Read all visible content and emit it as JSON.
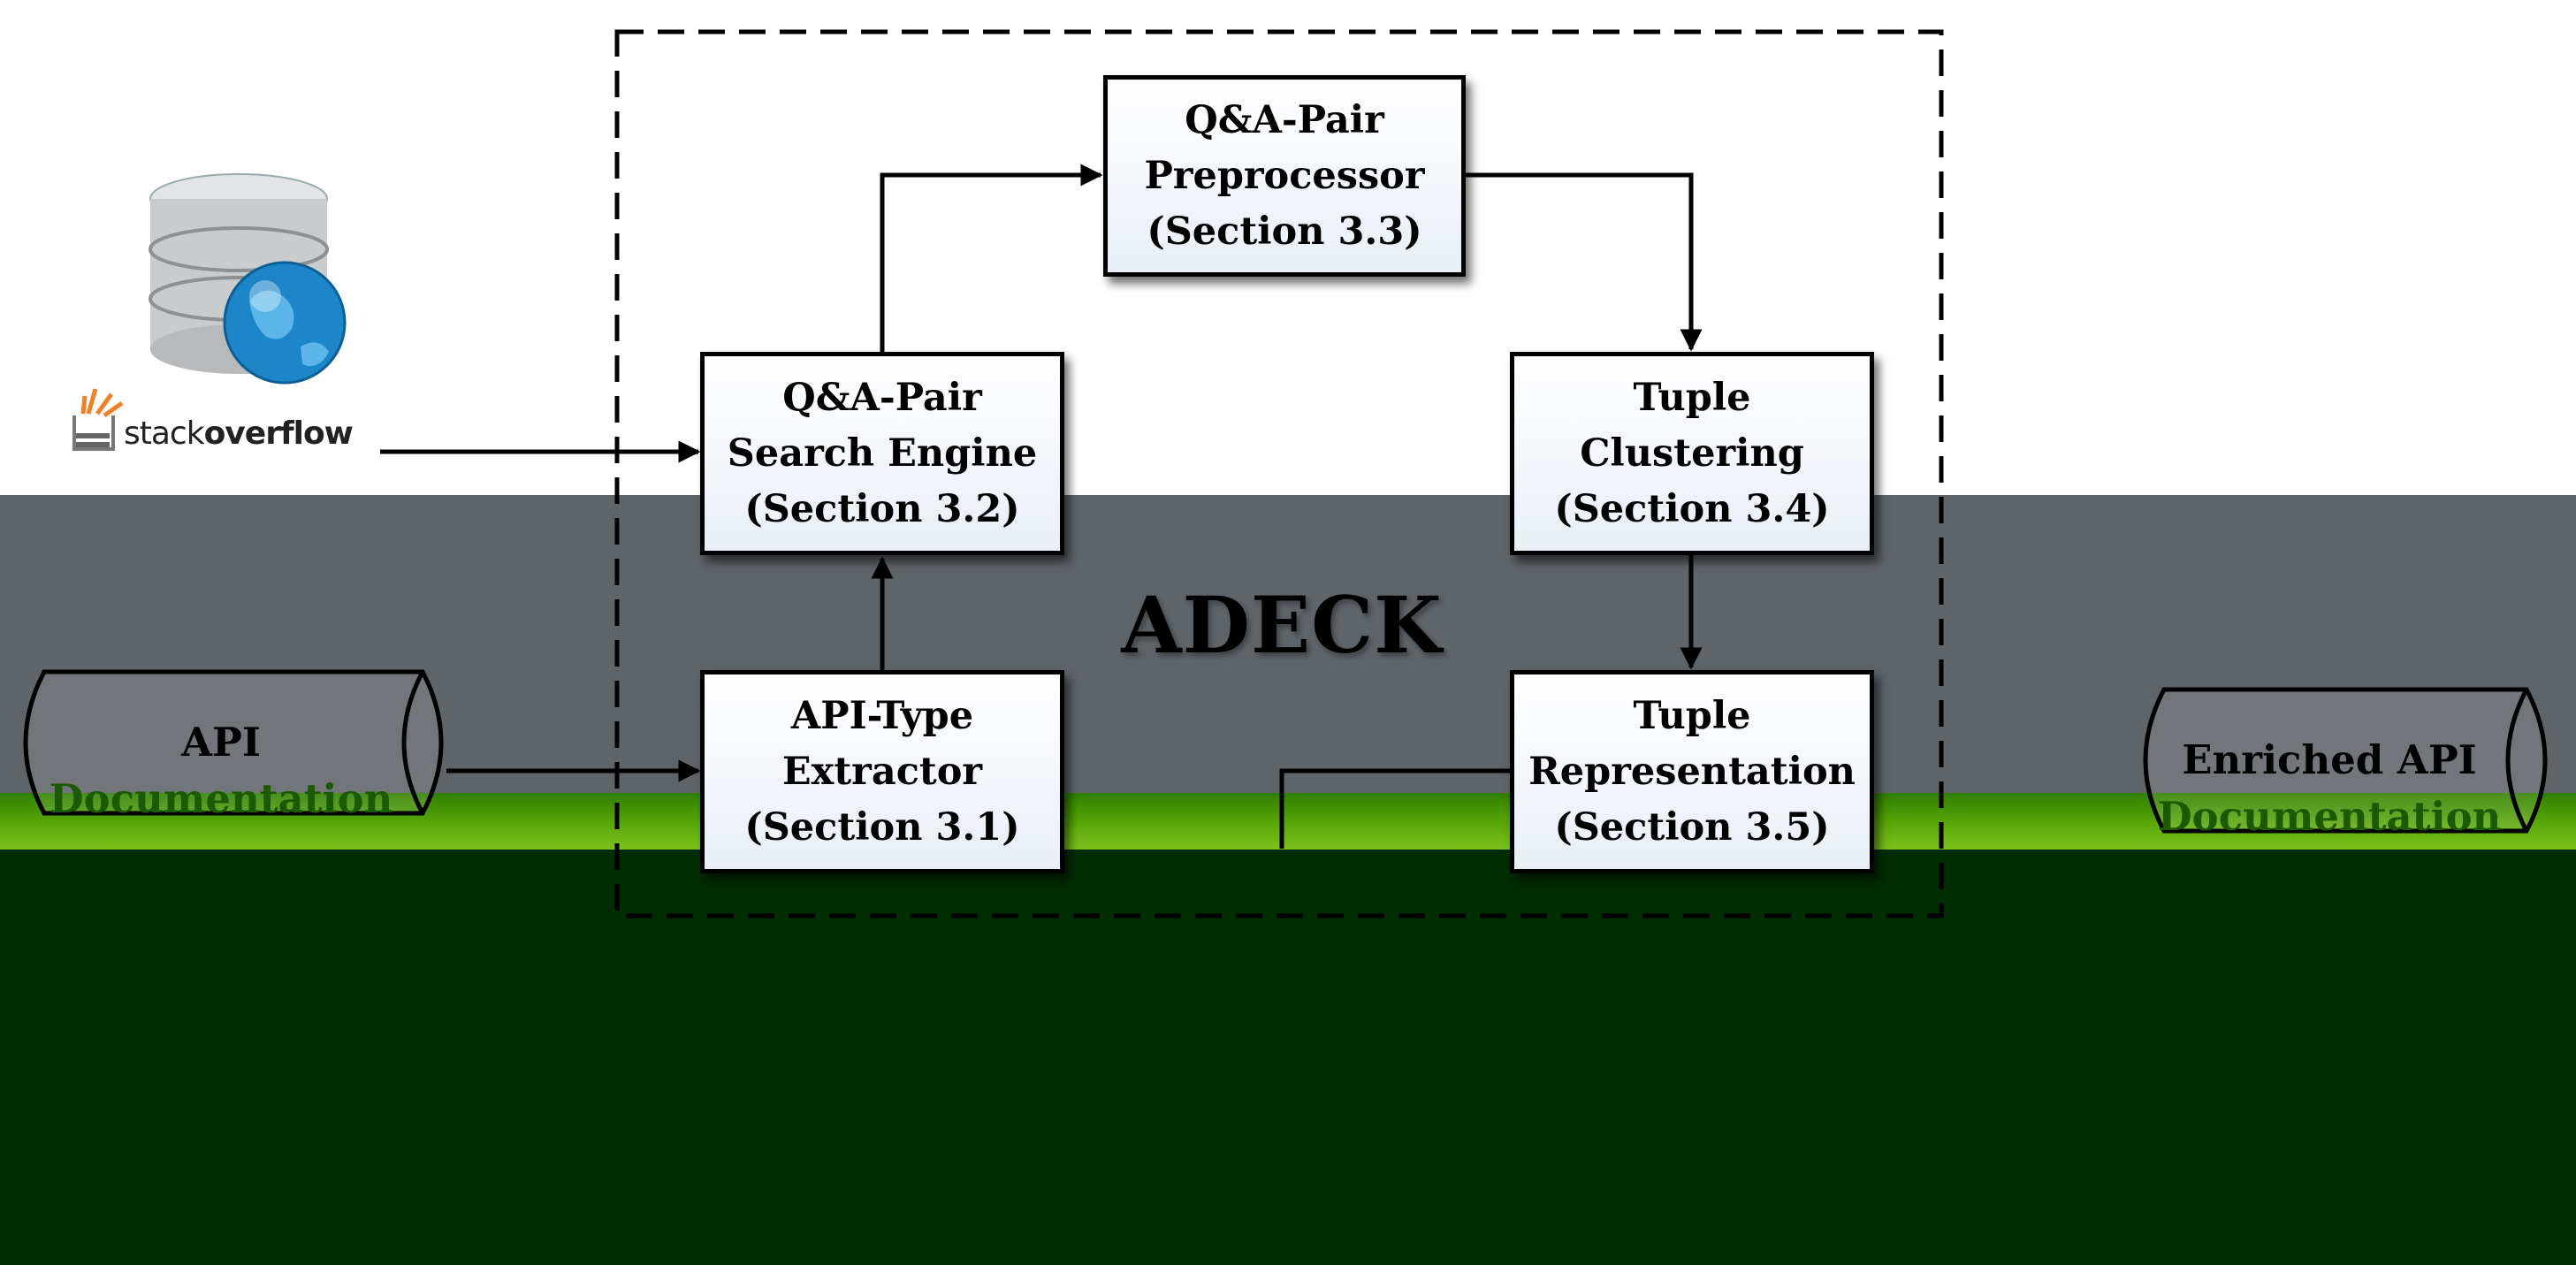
{
  "title": "ADECK",
  "source": {
    "brand_light": "stack",
    "brand_bold": "overflow"
  },
  "input_doc": {
    "line1": "API",
    "line2": "Documentation"
  },
  "output_doc": {
    "line1": "Enriched API",
    "line2": "Documentation"
  },
  "boxes": {
    "api_type_extractor": {
      "line1": "API-Type",
      "line2": "Extractor",
      "line3": "(Section 3.1)"
    },
    "qa_search_engine": {
      "line1": "Q&A-Pair",
      "line2": "Search Engine",
      "line3": "(Section 3.2)"
    },
    "qa_preprocessor": {
      "line1": "Q&A-Pair",
      "line2": "Preprocessor",
      "line3": "(Section 3.3)"
    },
    "tuple_clustering": {
      "line1": "Tuple",
      "line2": "Clustering",
      "line3": "(Section 3.4)"
    },
    "tuple_representation": {
      "line1": "Tuple",
      "line2": "Representation",
      "line3": "(Section 3.5)"
    }
  },
  "colors": {
    "gray_band": "#5f6469",
    "lime_band": "#5aa80a",
    "dark_band": "#022d00",
    "doc_label_accent": "#1b5a00"
  }
}
